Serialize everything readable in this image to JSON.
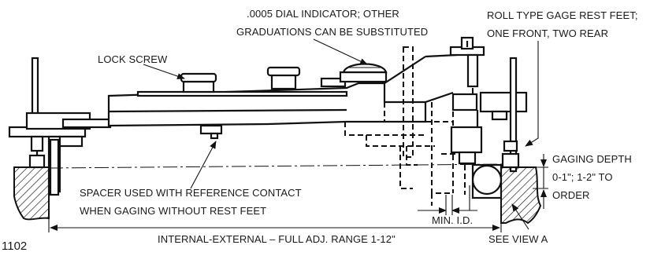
{
  "figure_number": "1102",
  "labels": {
    "dial_indicator_line1": ".0005 DIAL INDICATOR; OTHER",
    "dial_indicator_line2": "GRADUATIONS CAN BE SUBSTITUTED",
    "roll_feet_line1": "ROLL TYPE GAGE REST FEET;",
    "roll_feet_line2": "ONE FRONT, TWO REAR",
    "lock_screw": "LOCK SCREW",
    "gaging_depth_line1": "GAGING DEPTH",
    "gaging_depth_line2": "0-1\"; 1-2\" TO",
    "gaging_depth_line3": "ORDER",
    "spacer_line1": "SPACER USED WITH REFERENCE CONTACT",
    "spacer_line2": "WHEN GAGING WITHOUT REST FEET",
    "min_id": "MIN. I.D.",
    "full_range": "INTERNAL-EXTERNAL – FULL ADJ. RANGE 1-12\"",
    "see_view": "SEE VIEW A"
  }
}
